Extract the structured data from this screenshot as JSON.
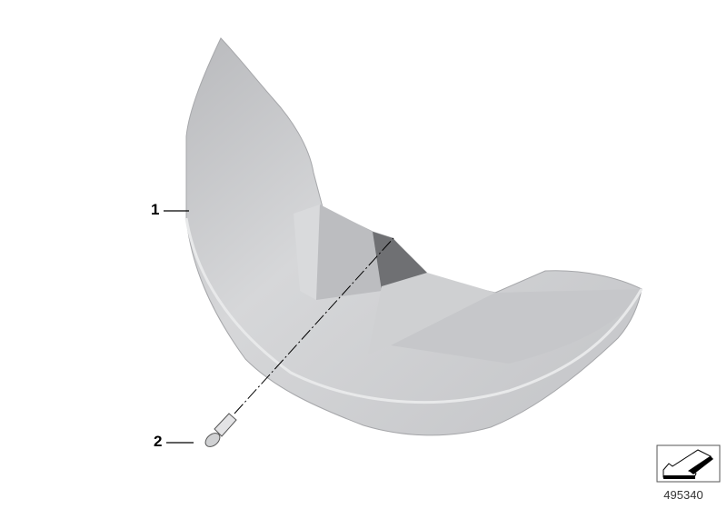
{
  "callouts": [
    {
      "number": "1",
      "part": "cover"
    },
    {
      "number": "2",
      "part": "screw"
    }
  ],
  "diagram_reference": "495340",
  "icons": {
    "orientation": "arrow-direction-icon"
  },
  "colors": {
    "part_fill": "#c9cacc",
    "part_shadow": "#9a9b9e",
    "line": "#000000"
  }
}
